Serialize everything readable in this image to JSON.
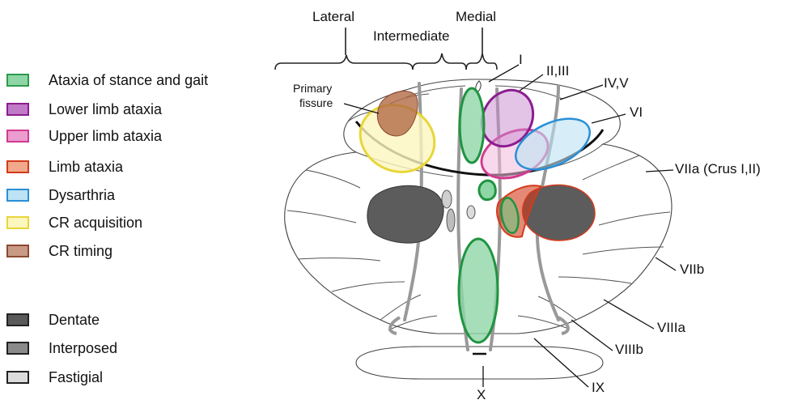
{
  "legend": {
    "items": [
      {
        "label": "Ataxia of stance and gait",
        "fill": "#8fd6a6",
        "stroke": "#2e9a4e"
      },
      {
        "label": "Lower limb ataxia",
        "fill": "#c17ac8",
        "stroke": "#8b1d8f"
      },
      {
        "label": "Upper limb ataxia",
        "fill": "#ec9ccf",
        "stroke": "#d23a8f"
      },
      {
        "label": "Limb ataxia",
        "fill": "#f2a88a",
        "stroke": "#d33b1c"
      },
      {
        "label": "Dysarthria",
        "fill": "#bde3f4",
        "stroke": "#2a8fd6"
      },
      {
        "label": "CR acquisition",
        "fill": "#fdf6be",
        "stroke": "#e8d63a"
      },
      {
        "label": "CR timing",
        "fill": "#c99a86",
        "stroke": "#8c4a32"
      }
    ],
    "nuclei": [
      {
        "label": "Dentate",
        "fill": "#5a5a5a",
        "stroke": "#222222"
      },
      {
        "label": "Interposed",
        "fill": "#8a8a8a",
        "stroke": "#222222"
      },
      {
        "label": "Fastigial",
        "fill": "#dcdcdc",
        "stroke": "#222222"
      }
    ]
  },
  "diagram": {
    "zones": {
      "lateral": "Lateral",
      "intermediate": "Intermediate",
      "medial": "Medial"
    },
    "primary_fissure": [
      "Primary",
      "fissure"
    ],
    "lobules": {
      "I": "I",
      "II_III": "II,III",
      "IV_V": "IV,V",
      "VI": "VI",
      "VIIa": "VIIa (Crus I,II)",
      "VIIb": "VIIb",
      "VIIIa": "VIIIa",
      "VIIIb": "VIIIb",
      "IX": "IX",
      "X": "X"
    }
  }
}
